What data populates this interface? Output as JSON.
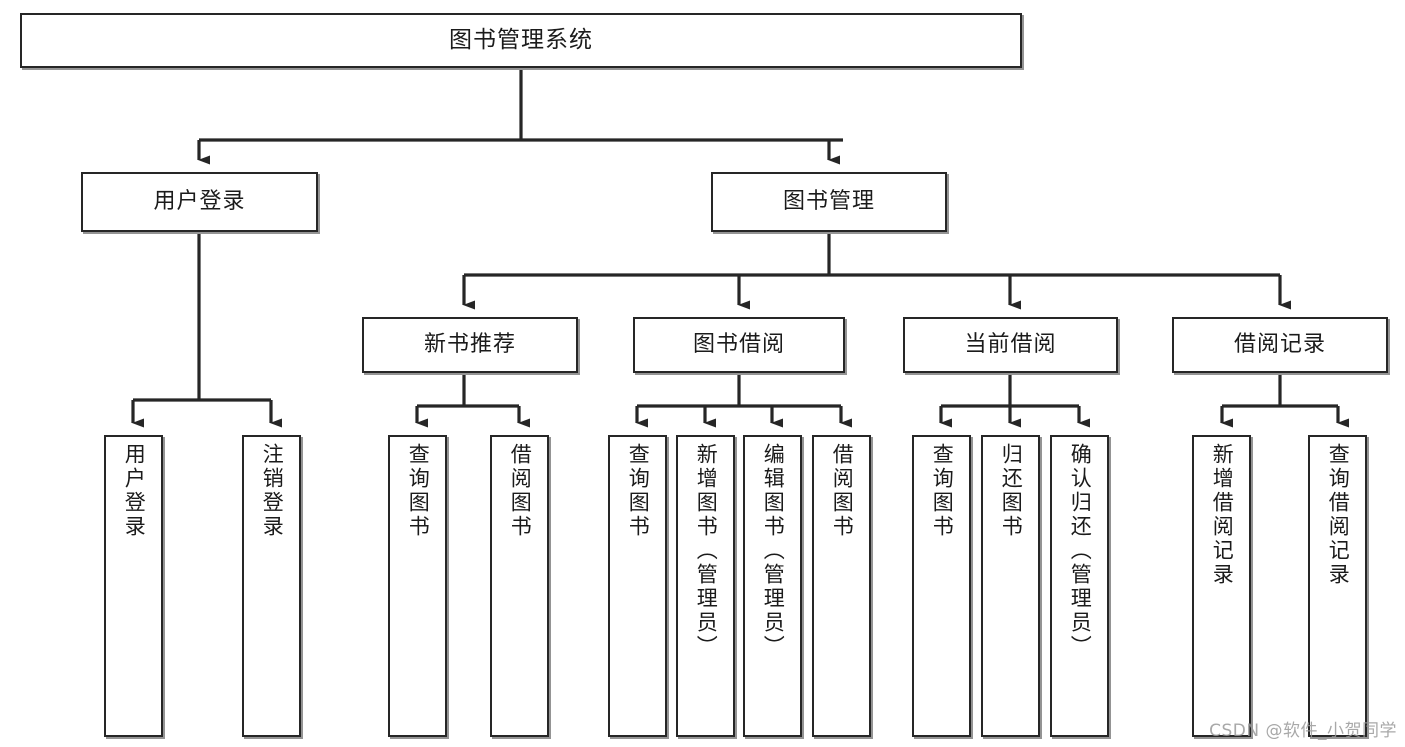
{
  "diagram": {
    "type": "tree",
    "title": "图书管理系统",
    "orientation": "top-down",
    "watermark": "CSDN @软件_小贺同学",
    "colors": {
      "box_border": "#262626",
      "box_fill": "#ffffff",
      "edge": "#262626",
      "text": "#1b1b1b",
      "watermark": "#9a9a9a"
    },
    "nodes": {
      "root": {
        "label": "图书管理系统"
      },
      "level2": [
        {
          "id": "user-login",
          "label": "用户登录"
        },
        {
          "id": "book-manage",
          "label": "图书管理"
        }
      ],
      "level3": [
        {
          "id": "new-book-rec",
          "label": "新书推荐"
        },
        {
          "id": "book-borrow",
          "label": "图书借阅"
        },
        {
          "id": "current-borrow",
          "label": "当前借阅"
        },
        {
          "id": "borrow-record",
          "label": "借阅记录"
        }
      ],
      "leaves": [
        {
          "id": "leaf-user-login",
          "label": "用户登录",
          "parent": "user-login"
        },
        {
          "id": "leaf-logout",
          "label": "注销登录",
          "parent": "user-login"
        },
        {
          "id": "leaf-query-book-1",
          "label": "查询图书",
          "parent": "new-book-rec"
        },
        {
          "id": "leaf-borrow-book-1",
          "label": "借阅图书",
          "parent": "new-book-rec"
        },
        {
          "id": "leaf-query-book-2",
          "label": "查询图书",
          "parent": "book-borrow"
        },
        {
          "id": "leaf-add-book",
          "label": "新增图书（管理员）",
          "parent": "book-borrow"
        },
        {
          "id": "leaf-edit-book",
          "label": "编辑图书（管理员）",
          "parent": "book-borrow"
        },
        {
          "id": "leaf-borrow-book-2",
          "label": "借阅图书",
          "parent": "book-borrow"
        },
        {
          "id": "leaf-query-book-3",
          "label": "查询图书",
          "parent": "current-borrow"
        },
        {
          "id": "leaf-return-book",
          "label": "归还图书",
          "parent": "current-borrow"
        },
        {
          "id": "leaf-confirm-return",
          "label": "确认归还（管理员）",
          "parent": "current-borrow"
        },
        {
          "id": "leaf-add-record",
          "label": "新增借阅记录",
          "parent": "borrow-record"
        },
        {
          "id": "leaf-query-record",
          "label": "查询借阅记录",
          "parent": "borrow-record"
        }
      ]
    }
  }
}
